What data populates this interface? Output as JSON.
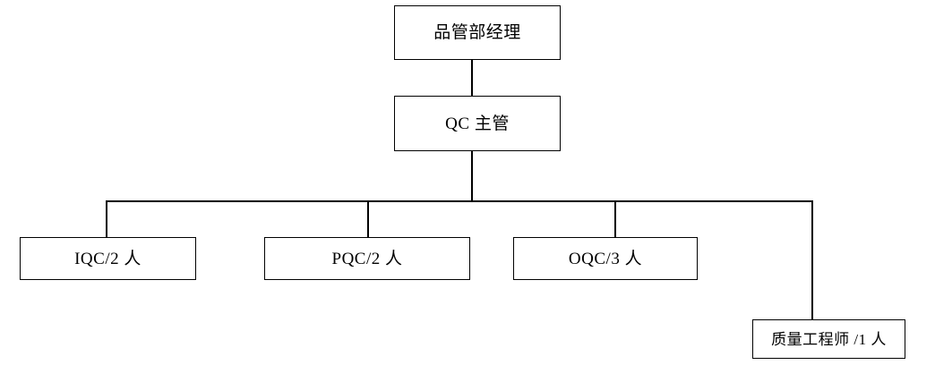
{
  "chart_data": {
    "type": "diagram",
    "diagram_type": "organizational-chart",
    "title": "",
    "orientation": "top-down",
    "nodes": [
      {
        "id": "manager",
        "label": "品管部经理",
        "level": 1
      },
      {
        "id": "supervisor",
        "label": "QC 主管",
        "level": 2
      },
      {
        "id": "iqc",
        "label": "IQC/2 人",
        "level": 3
      },
      {
        "id": "pqc",
        "label": "PQC/2 人",
        "level": 3
      },
      {
        "id": "oqc",
        "label": "OQC/3 人",
        "level": 3
      },
      {
        "id": "quality_engineer",
        "label": "质量工程师 /1 人",
        "level": 3
      }
    ],
    "edges": [
      {
        "from": "manager",
        "to": "supervisor"
      },
      {
        "from": "supervisor",
        "to": "iqc"
      },
      {
        "from": "supervisor",
        "to": "pqc"
      },
      {
        "from": "supervisor",
        "to": "oqc"
      },
      {
        "from": "supervisor",
        "to": "quality_engineer"
      }
    ],
    "headcounts": {
      "iqc": 2,
      "pqc": 2,
      "oqc": 3,
      "quality_engineer": 1
    },
    "colors": {
      "background": "#ffffff",
      "box_border": "#000000",
      "box_fill": "#ffffff",
      "connector": "#000000",
      "text": "#000000"
    }
  }
}
